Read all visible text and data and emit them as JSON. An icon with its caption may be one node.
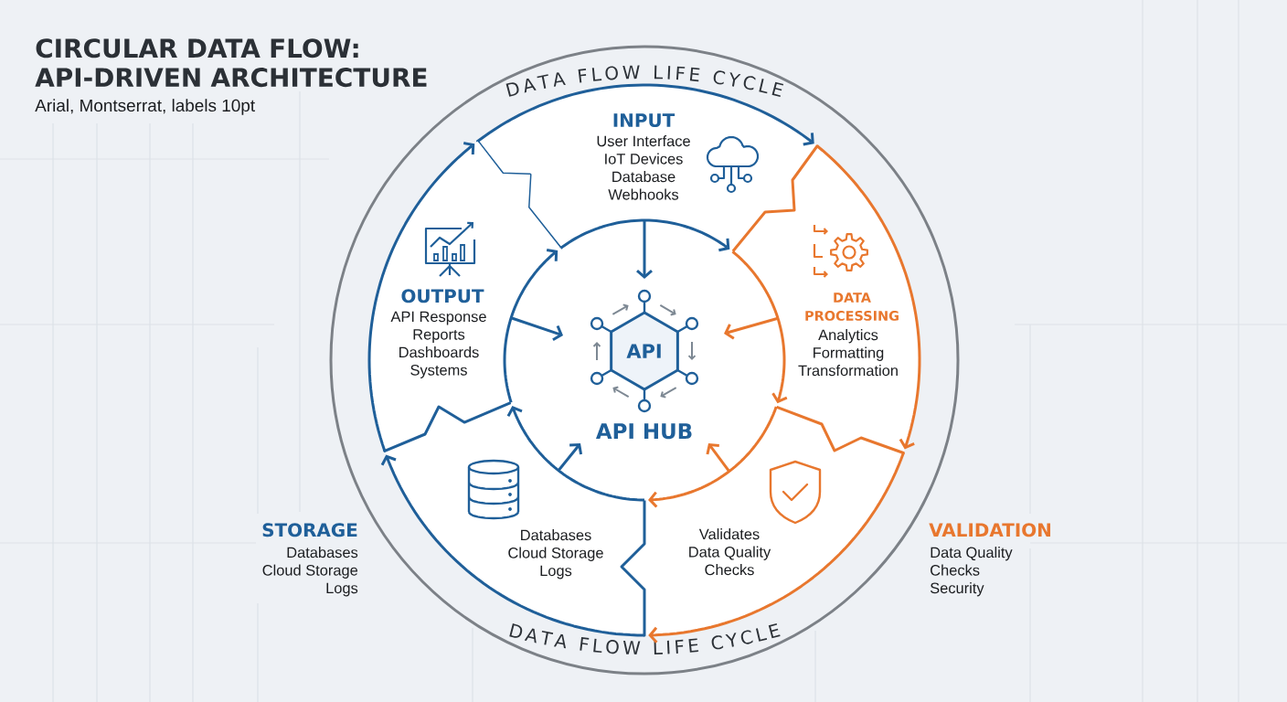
{
  "diagram": {
    "title": "CIRCULAR DATA FLOW: API-DRIVEN ARCHITECTURE",
    "nodes": [
      {
        "text": [
          "DATA FLOW LIFE CYCLE",
          "DATA FLOW LIFE CYCLE"
        ]
      },
      {
        "text": [
          "INPUT",
          "User Interface",
          "IoT Devices",
          "Database",
          "Webhooks"
        ],
        "in": 0
      },
      {
        "text": [
          "DATA PROCESSING",
          "Analytics",
          "Formatting",
          "Transformation"
        ],
        "in": 0
      },
      {
        "text": [
          "Validates",
          "Data Quality",
          "Checks"
        ],
        "beside": [
          "VALIDATION",
          "Data Quality",
          "Checks",
          "Security"
        ],
        "in": 0
      },
      {
        "text": [
          "Databases",
          "Cloud Storage",
          "Logs"
        ],
        "beside": [
          "STORAGE",
          "Databases",
          "Cloud Storage",
          "Logs"
        ],
        "in": 0
      },
      {
        "text": [
          "OUTPUT",
          "API Response",
          "Reports",
          "Dashboards",
          "Systems"
        ],
        "in": 0
      },
      {
        "text": [
          "API",
          "API HUB"
        ],
        "in": 0
      }
    ],
    "edges": [
      {
        "from": 1,
        "to": 2,
        "arrow": "to"
      },
      {
        "from": 2,
        "to": 3,
        "arrow": "to",
        "color": "#e8772e"
      },
      {
        "from": 3,
        "to": 4,
        "arrow": "to",
        "color": "#e8772e"
      },
      {
        "from": 4,
        "to": 5,
        "arrow": "to"
      },
      {
        "from": 5,
        "to": 1,
        "arrow": "to"
      },
      {
        "from": 1,
        "to": 2,
        "arrow": "to"
      },
      {
        "from": 2,
        "to": 3,
        "arrow": "to",
        "color": "#e8772e"
      },
      {
        "from": 3,
        "to": 4,
        "arrow": "to",
        "color": "#e8772e"
      },
      {
        "from": 4,
        "to": 5,
        "arrow": "to"
      },
      {
        "from": 5,
        "to": 1,
        "arrow": "to"
      },
      {
        "from": 1,
        "to": 6,
        "arrow": "to"
      },
      {
        "from": 2,
        "to": 6,
        "arrow": "to",
        "color": "#e8772e"
      },
      {
        "from": 3,
        "to": 6,
        "arrow": "to",
        "color": "#e8772e"
      },
      {
        "from": 4,
        "to": 6,
        "arrow": "to"
      },
      {
        "from": 5,
        "to": 6,
        "arrow": "to"
      }
    ],
    "labels": [
      "Arial, Montserrat, labels 10pt"
    ]
  }
}
